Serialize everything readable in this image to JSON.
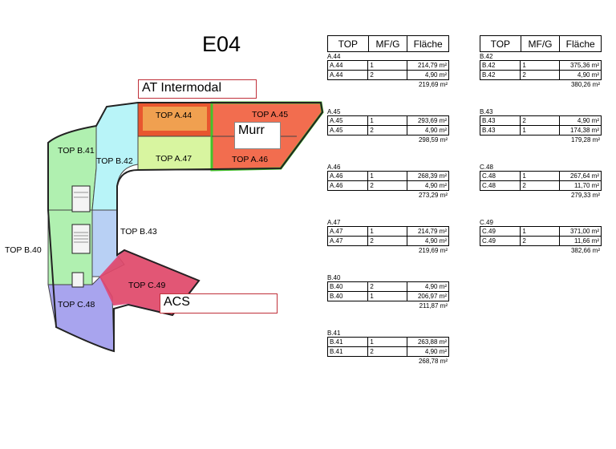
{
  "title": "E04",
  "tenants": {
    "intermodal": "AT Intermodal",
    "murr": "Murr",
    "acs": "ACS"
  },
  "unit_labels": {
    "a44": "TOP A.44",
    "a45": "TOP A.45",
    "a46": "TOP A.46",
    "a47": "TOP A.47",
    "b40": "TOP B.40",
    "b41": "TOP B.41",
    "b42": "TOP B.42",
    "b43": "TOP B.43",
    "c48": "TOP C.48",
    "c49": "TOP C.49"
  },
  "table_headers": [
    "TOP",
    "MF/G",
    "Fläche"
  ],
  "tables": {
    "left": [
      {
        "name": "A.44",
        "rows": [
          [
            "A.44",
            "1",
            "214,79 m²"
          ],
          [
            "A.44",
            "2",
            "4,90 m²"
          ]
        ],
        "total": "219,69 m²"
      },
      {
        "name": "A.45",
        "rows": [
          [
            "A.45",
            "1",
            "293,69 m²"
          ],
          [
            "A.45",
            "2",
            "4,90 m²"
          ]
        ],
        "total": "298,59 m²"
      },
      {
        "name": "A.46",
        "rows": [
          [
            "A.46",
            "1",
            "268,39 m²"
          ],
          [
            "A.46",
            "2",
            "4,90 m²"
          ]
        ],
        "total": "273,29 m²"
      },
      {
        "name": "A.47",
        "rows": [
          [
            "A.47",
            "1",
            "214,79 m²"
          ],
          [
            "A.47",
            "2",
            "4,90 m²"
          ]
        ],
        "total": "219,69 m²"
      },
      {
        "name": "B.40",
        "rows": [
          [
            "B.40",
            "2",
            "4,90 m²"
          ],
          [
            "B.40",
            "1",
            "206,97 m²"
          ]
        ],
        "total": "211,87 m²"
      },
      {
        "name": "B.41",
        "rows": [
          [
            "B.41",
            "1",
            "263,88 m²"
          ],
          [
            "B.41",
            "2",
            "4,90 m²"
          ]
        ],
        "total": "268,78 m²"
      }
    ],
    "right": [
      {
        "name": "B.42",
        "rows": [
          [
            "B.42",
            "1",
            "375,36 m²"
          ],
          [
            "B.42",
            "2",
            "4,90 m²"
          ]
        ],
        "total": "380,26 m²"
      },
      {
        "name": "B.43",
        "rows": [
          [
            "B.43",
            "2",
            "4,90 m²"
          ],
          [
            "B.43",
            "1",
            "174,38 m²"
          ]
        ],
        "total": "179,28 m²"
      },
      {
        "name": "C.48",
        "rows": [
          [
            "C.48",
            "1",
            "267,64 m²"
          ],
          [
            "C.48",
            "2",
            "11,70 m²"
          ]
        ],
        "total": "279,33 m²"
      },
      {
        "name": "C.49",
        "rows": [
          [
            "C.49",
            "1",
            "371,00 m²"
          ],
          [
            "C.49",
            "2",
            "11,66 m²"
          ]
        ],
        "total": "382,66 m²"
      }
    ]
  },
  "colors": {
    "a44": "#e8562f",
    "a45": "#f26d4f",
    "a47": "#d8f5a0",
    "b41": "#b0f0b0",
    "b42": "#b8f4f8",
    "b43": "#b8d0f4",
    "c48": "#a8a4ee",
    "c49": "#e0486a",
    "highlight_green": "#44c22c",
    "highlight_pink": "#e04878"
  }
}
